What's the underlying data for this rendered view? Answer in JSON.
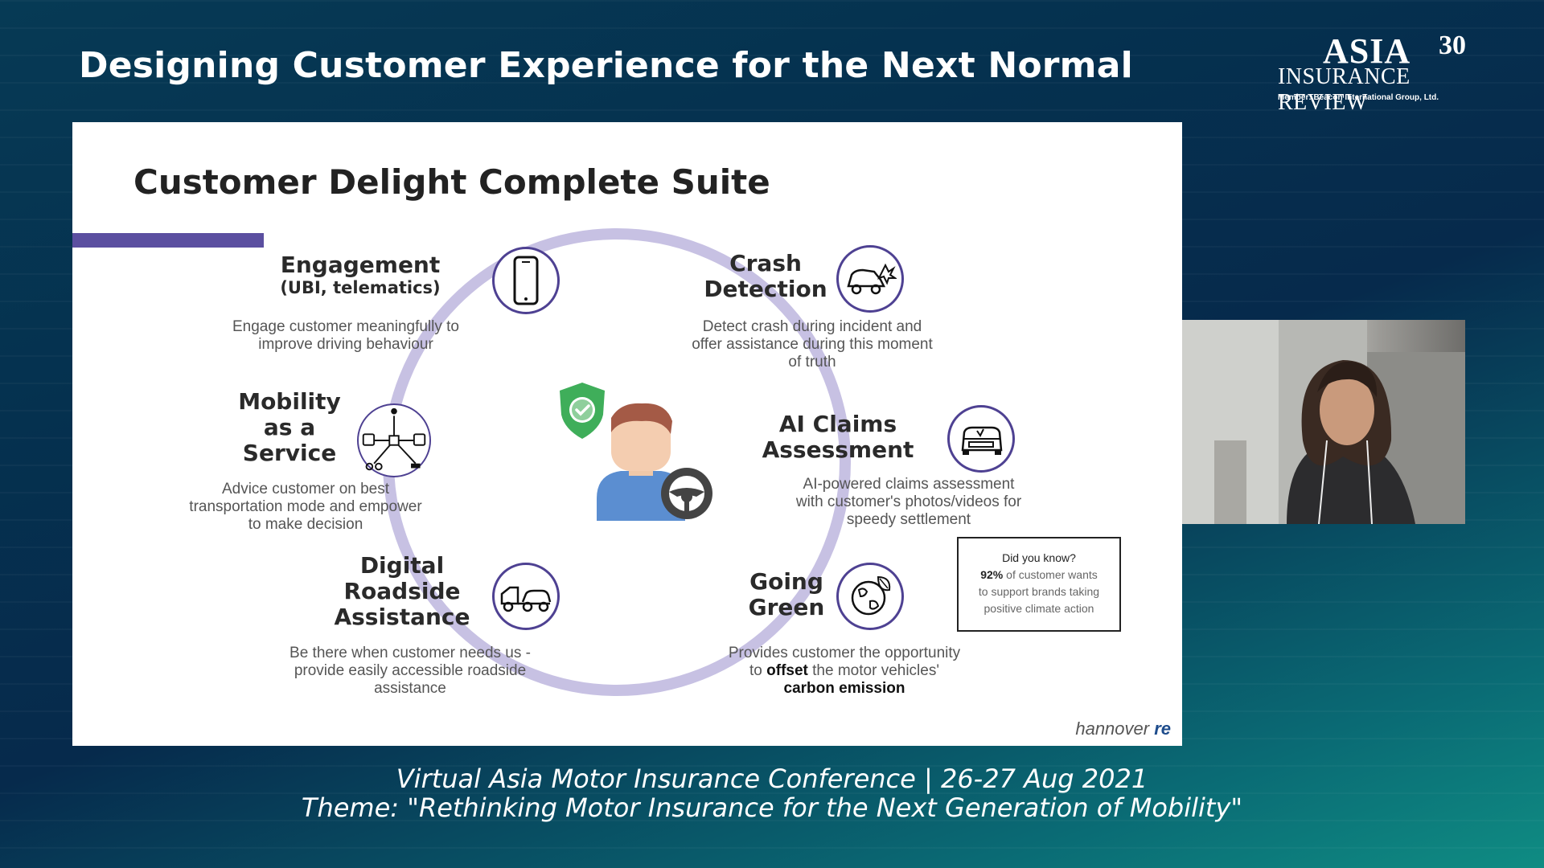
{
  "header": {
    "title": "Designing Customer Experience for the Next Normal"
  },
  "logo": {
    "line1": "ASIA",
    "line2": "INSURANCE REVIEW",
    "badge": "30",
    "member": "Member: Beacon International Group, Ltd."
  },
  "slide": {
    "title": "Customer Delight Complete Suite",
    "items": [
      {
        "heading": "Engagement",
        "subheading": "(UBI, telematics)",
        "description": [
          "Engage customer meaningfully to",
          "improve driving behaviour"
        ],
        "icon": "smartphone-icon"
      },
      {
        "heading": [
          "Crash",
          "Detection"
        ],
        "description": [
          "Detect crash during incident and",
          "offer assistance during this moment",
          "of truth"
        ],
        "icon": "car-crash-icon"
      },
      {
        "heading": [
          "Mobility",
          "as a",
          "Service"
        ],
        "description": [
          "Advice customer on best",
          "transportation mode and empower",
          "to make decision"
        ],
        "icon": "mobility-network-icon"
      },
      {
        "heading": [
          "AI Claims",
          "Assessment"
        ],
        "description": [
          "AI-powered claims assessment",
          "with customer's photos/videos for",
          "speedy settlement"
        ],
        "icon": "damaged-car-icon"
      },
      {
        "heading": [
          "Digital",
          "Roadside",
          "Assistance"
        ],
        "description": [
          "Be there when customer needs us -",
          "provide easily accessible roadside",
          "assistance"
        ],
        "icon": "tow-truck-icon"
      },
      {
        "heading": [
          "Going",
          "Green"
        ],
        "description_pre": "Provides customer the opportunity",
        "description_to": "to ",
        "description_offset": "offset",
        "description_mid": " the motor vehicles'",
        "description_end": "carbon emission",
        "icon": "green-globe-icon"
      }
    ],
    "did_you_know": {
      "title": "Did you know?",
      "percent": "92%",
      "line1": " of customer wants",
      "line2": "to support brands taking",
      "line3": "positive climate action"
    },
    "brand": {
      "part1": "hannover ",
      "part2": "re"
    },
    "center_icons": [
      "shield-check-icon",
      "driver-avatar-icon",
      "steering-wheel-icon"
    ]
  },
  "footer": {
    "line1": "Virtual Asia Motor Insurance Conference  |  26-27 Aug 2021",
    "line2": "Theme: \"Rethinking Motor Insurance for the Next Generation of Mobility\""
  },
  "colors": {
    "accent": "#5b4fa0",
    "ring": "#c7c1e3",
    "icon_border": "#4e4192",
    "shield": "#3fae5a"
  }
}
